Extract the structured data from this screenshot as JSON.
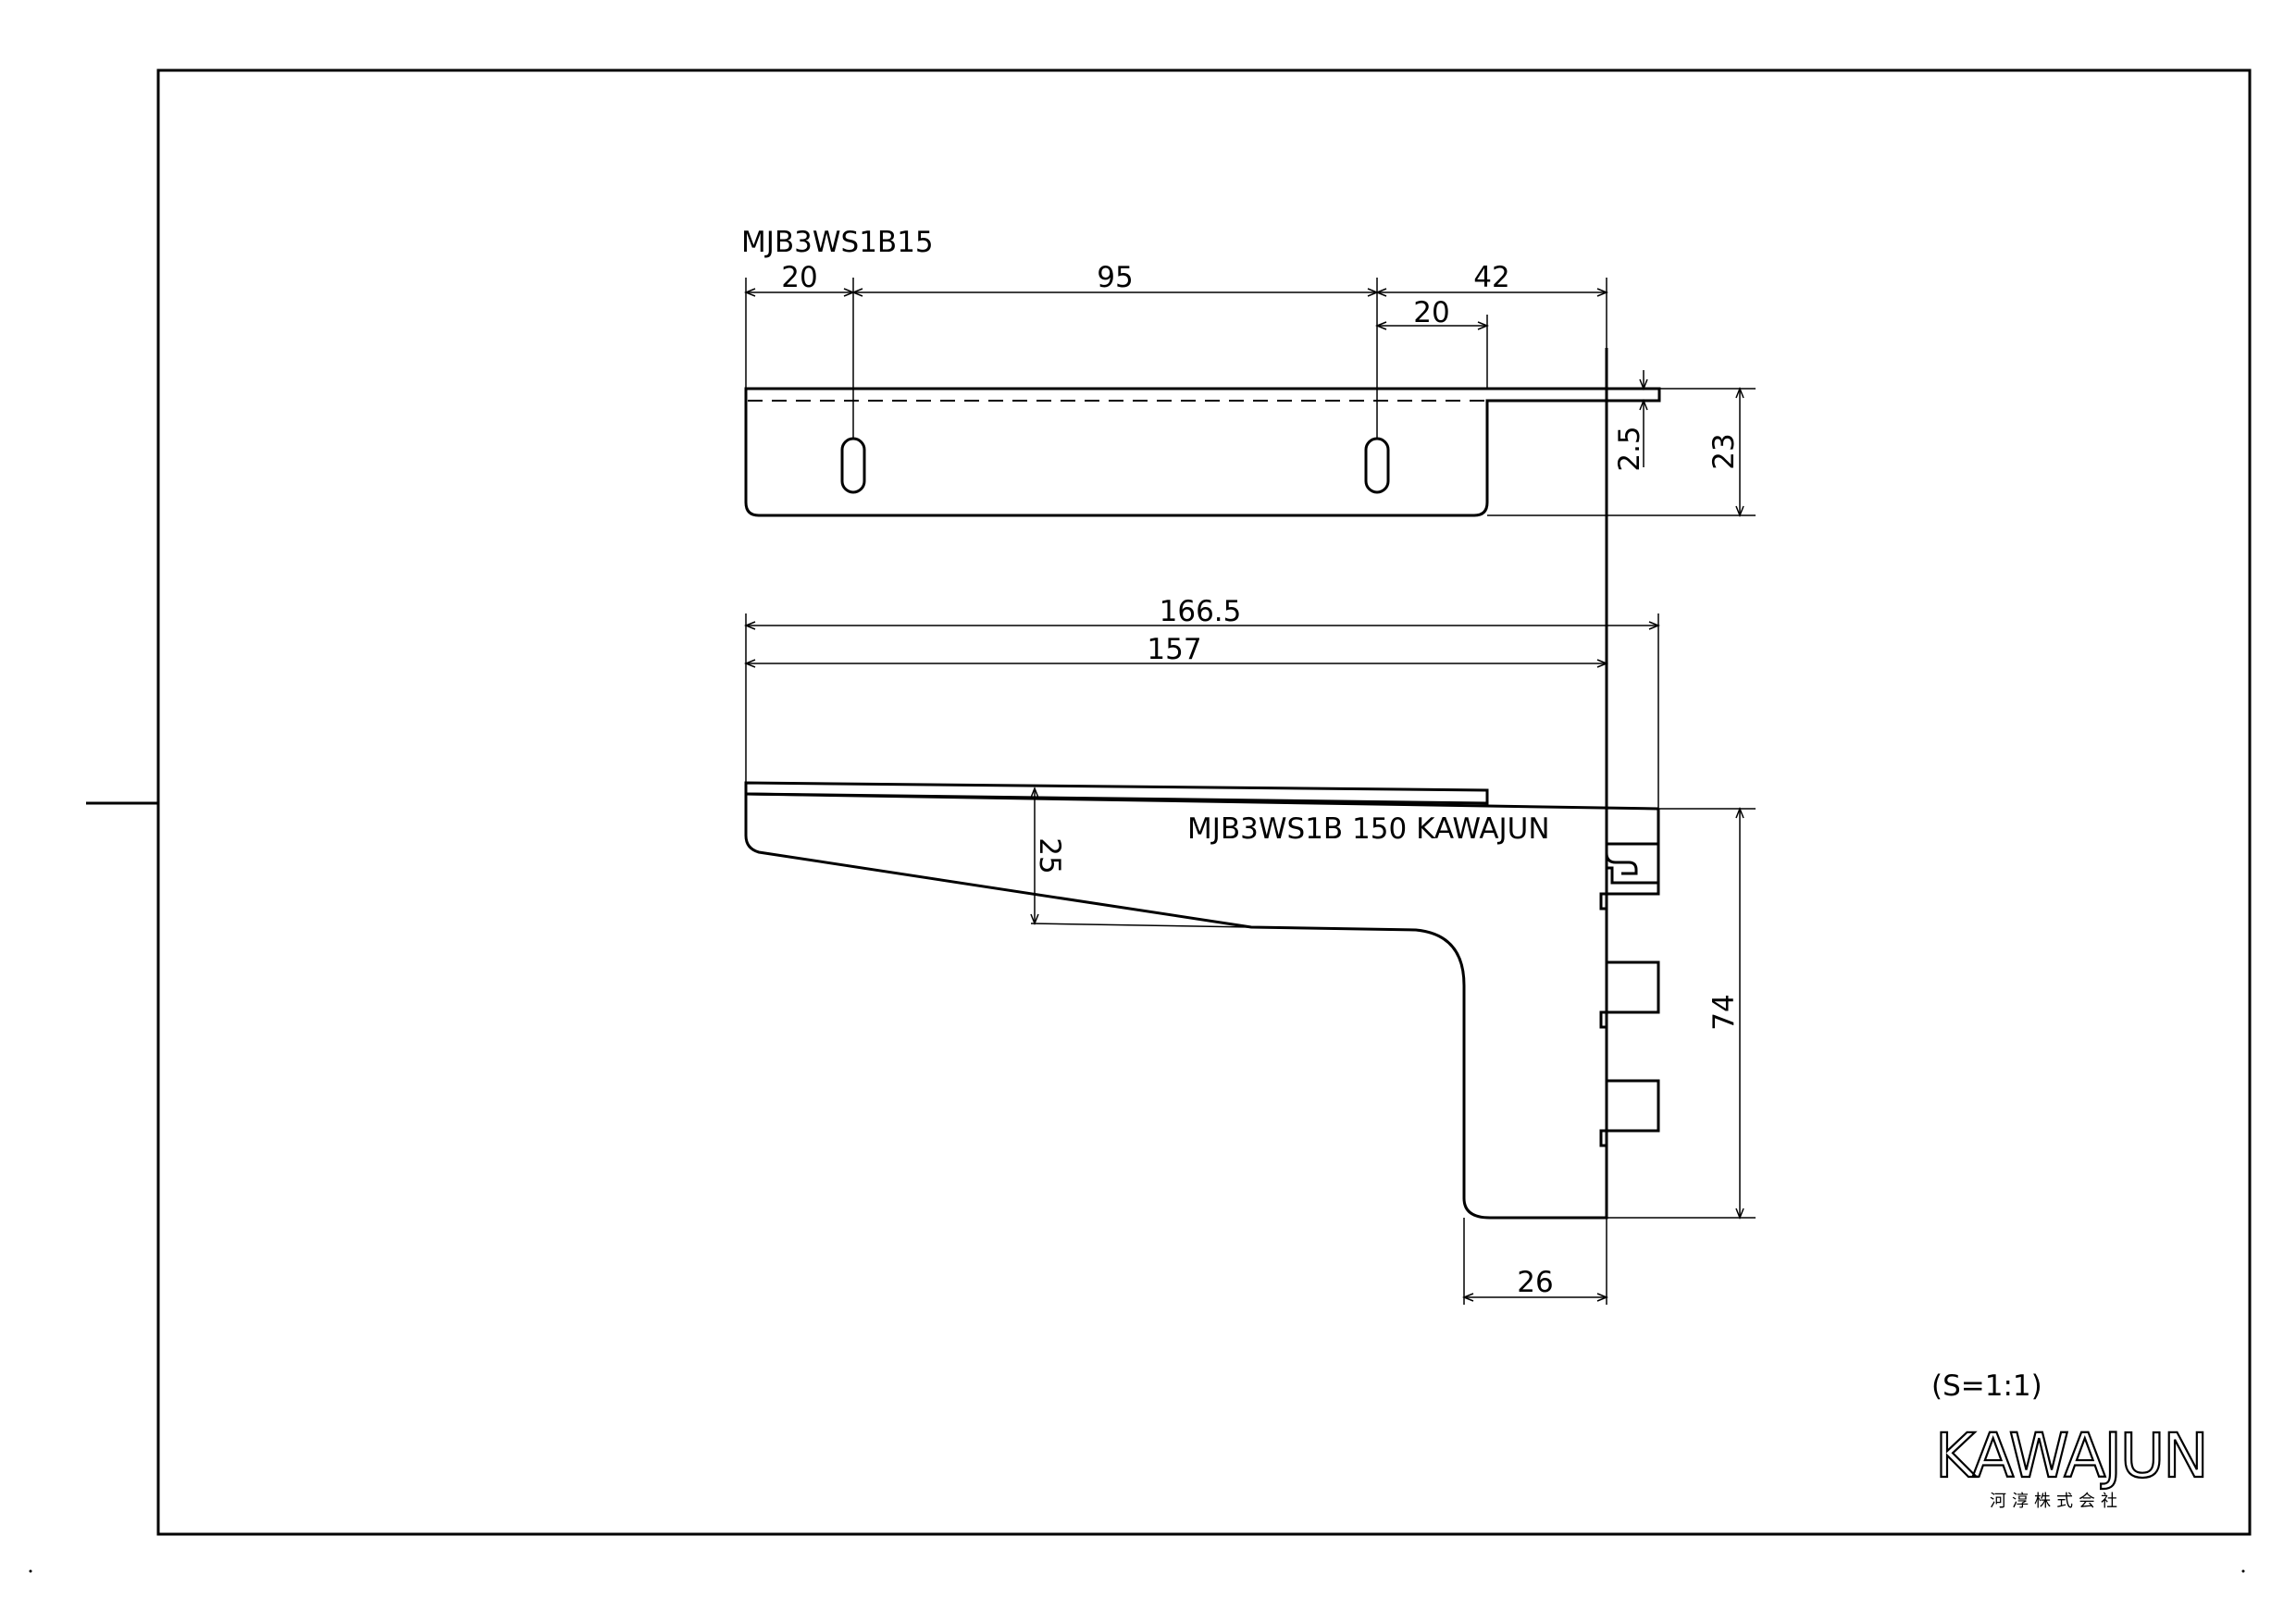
{
  "drawing": {
    "top_view_label": "MJB3WS1B15",
    "side_engraving": "MJB3WS1B  150  KAWAJUN",
    "scale": "(S=1:1)"
  },
  "dimensions": {
    "d20_left": "20",
    "d95": "95",
    "d42": "42",
    "d20_inner": "20",
    "d2_5": "2.5",
    "d23": "23",
    "d166_5": "166.5",
    "d157": "157",
    "d25": "25",
    "d74": "74",
    "d26": "26"
  },
  "brand": {
    "logo": "KAWAJUN",
    "company_jp": "河淳株式会社"
  }
}
